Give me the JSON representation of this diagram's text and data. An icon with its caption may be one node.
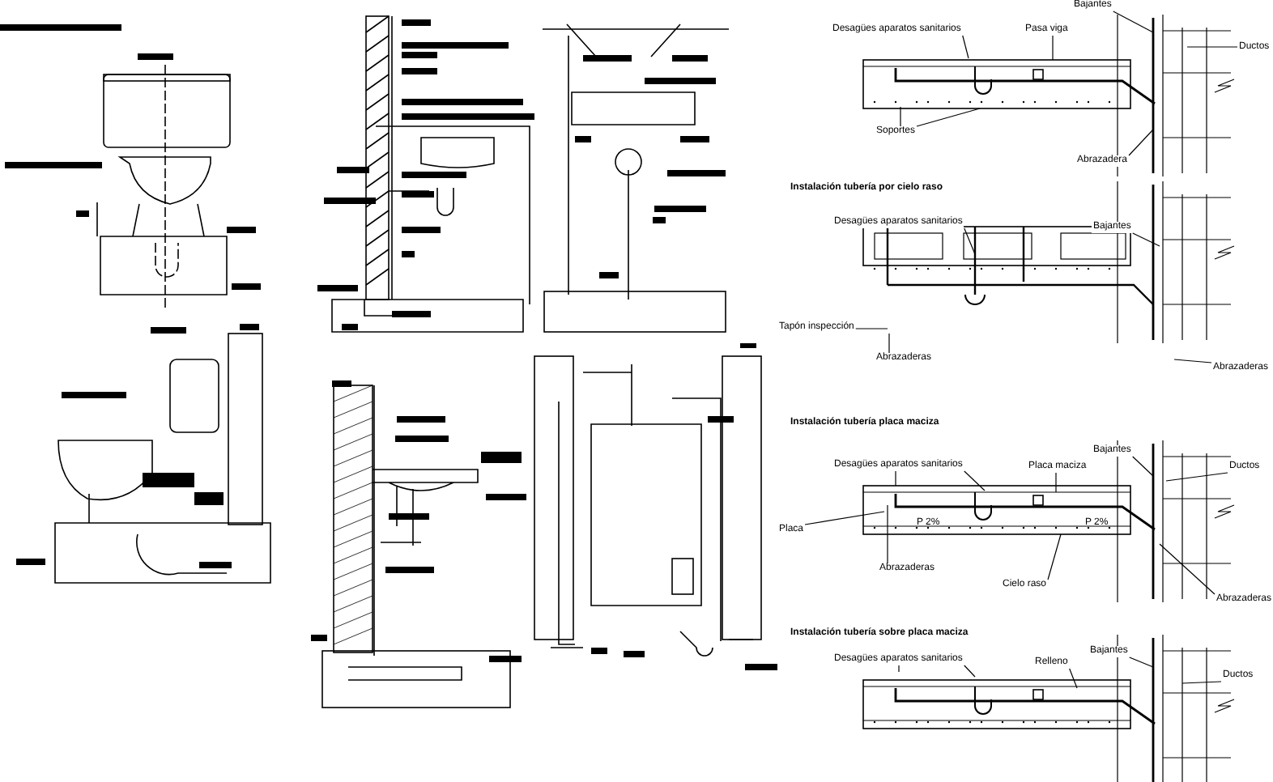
{
  "diagram": {
    "nodes": [
      {
        "text": [
          "Desagües aparatos sanitarios"
        ]
      },
      {
        "text": [
          "Pasa viga"
        ]
      },
      {
        "text": [
          "Soportes"
        ]
      },
      {
        "text": [
          "Bajantes"
        ]
      },
      {
        "text": [
          "Ductos"
        ]
      },
      {
        "text": [
          "Abrazadera"
        ]
      },
      {
        "text": [
          "Desagües aparatos sanitarios"
        ]
      },
      {
        "text": [
          "Bajantes"
        ]
      },
      {
        "text": [
          "Tapón inspección"
        ]
      },
      {
        "text": [
          "Abrazaderas"
        ]
      },
      {
        "text": [
          "Abrazaderas"
        ]
      },
      {
        "text": [
          "Desagües aparatos sanitarios"
        ]
      },
      {
        "text": [
          "Placa maciza"
        ]
      },
      {
        "text": [
          "Bajantes"
        ]
      },
      {
        "text": [
          "Ductos"
        ]
      },
      {
        "text": [
          "Placa"
        ]
      },
      {
        "text": [
          "Abrazaderas"
        ]
      },
      {
        "text": [
          "Cielo raso"
        ]
      },
      {
        "text": [
          "Abrazaderas"
        ]
      },
      {
        "text": [
          "Desagües aparatos sanitarios"
        ]
      },
      {
        "text": [
          "Relleno"
        ]
      },
      {
        "text": [
          "Bajantes"
        ]
      },
      {
        "text": [
          "Ductos"
        ]
      }
    ],
    "edges": [
      {
        "from": 0,
        "to": null,
        "arrow": "none"
      },
      {
        "from": 1,
        "to": null,
        "arrow": "none"
      },
      {
        "from": 2,
        "to": null,
        "arrow": "none"
      },
      {
        "from": 2,
        "to": null,
        "arrow": "none"
      },
      {
        "from": 3,
        "to": null,
        "arrow": "none"
      },
      {
        "from": 4,
        "to": null,
        "arrow": "none"
      },
      {
        "from": 5,
        "to": null,
        "arrow": "none"
      },
      {
        "from": 6,
        "to": null,
        "arrow": "none"
      },
      {
        "from": 6,
        "to": null,
        "arrow": "none"
      },
      {
        "from": 7,
        "to": null,
        "arrow": "none"
      },
      {
        "from": 8,
        "to": null,
        "arrow": "none"
      },
      {
        "from": 9,
        "to": null,
        "arrow": "none"
      },
      {
        "from": 10,
        "to": null,
        "arrow": "none"
      },
      {
        "from": 11,
        "to": null,
        "arrow": "none"
      },
      {
        "from": 11,
        "to": null,
        "arrow": "none"
      },
      {
        "from": 12,
        "to": null,
        "arrow": "none"
      },
      {
        "from": 13,
        "to": null,
        "arrow": "none"
      },
      {
        "from": 14,
        "to": null,
        "arrow": "none"
      },
      {
        "from": 15,
        "to": null,
        "arrow": "none"
      },
      {
        "from": 16,
        "to": null,
        "arrow": "none"
      },
      {
        "from": 17,
        "to": null,
        "arrow": "none"
      },
      {
        "from": 18,
        "to": null,
        "arrow": "none"
      },
      {
        "from": 19,
        "to": null,
        "arrow": "none"
      },
      {
        "from": 19,
        "to": null,
        "arrow": "none"
      },
      {
        "from": 20,
        "to": null,
        "arrow": "none"
      },
      {
        "from": 21,
        "to": null,
        "arrow": "none"
      },
      {
        "from": 22,
        "to": null,
        "arrow": "none"
      }
    ],
    "labels": [
      "Instalación tubería por cielo raso",
      "Instalación tubería placa maciza",
      "P 2%",
      "P 2%",
      "Instalación tubería sobre placa maciza"
    ]
  }
}
